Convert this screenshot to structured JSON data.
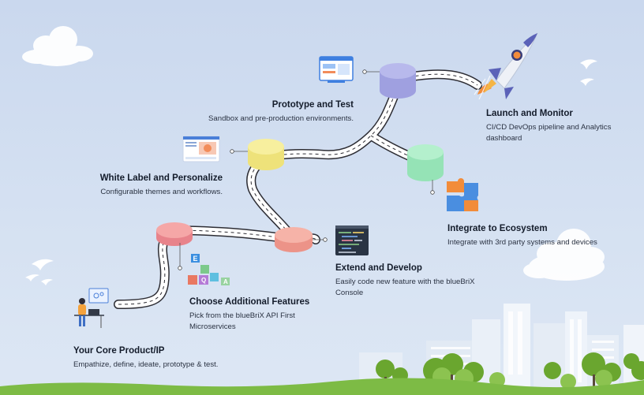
{
  "roadmap": {
    "steps": [
      {
        "id": "core",
        "title": "Your Core Product/IP",
        "description": "Empathize, define, ideate, prototype & test.",
        "icon": "developer-at-desk-icon"
      },
      {
        "id": "features",
        "title": "Choose Additional Features",
        "description": "Pick from the blueBriX API First Microservices",
        "icon": "feature-blocks-icon"
      },
      {
        "id": "extend",
        "title": "Extend and Develop",
        "description": "Easily code new feature with the blueBriX Console",
        "icon": "code-editor-icon",
        "marker_color": "#f6b3a8"
      },
      {
        "id": "whitelabel",
        "title": "White Label and Personalize",
        "description": "Configurable themes and workflows.",
        "icon": "dashboard-theme-icon",
        "marker_color": "#f7ef9e"
      },
      {
        "id": "prototype",
        "title": "Prototype and Test",
        "description": "Sandbox and pre-production environments.",
        "icon": "browser-windows-icon",
        "marker_color": "#b8b9ec"
      },
      {
        "id": "ecosystem",
        "title": "Integrate to Ecosystem",
        "description": "Integrate with 3rd party systems and devices",
        "icon": "puzzle-pieces-icon",
        "marker_color": "#b4f0cd"
      },
      {
        "id": "launch",
        "title": "Launch and Monitor",
        "description": "CI/CD DevOps pipeline and Analytics dashboard",
        "icon": "rocket-icon"
      }
    ],
    "features_marker_color": "#f5a7a7",
    "colors": {
      "sky": "#cad8ee",
      "road": "#ffffff",
      "road_outline": "#2d2d34",
      "grass": "#7dbb45",
      "building": "#eef3fa"
    }
  }
}
